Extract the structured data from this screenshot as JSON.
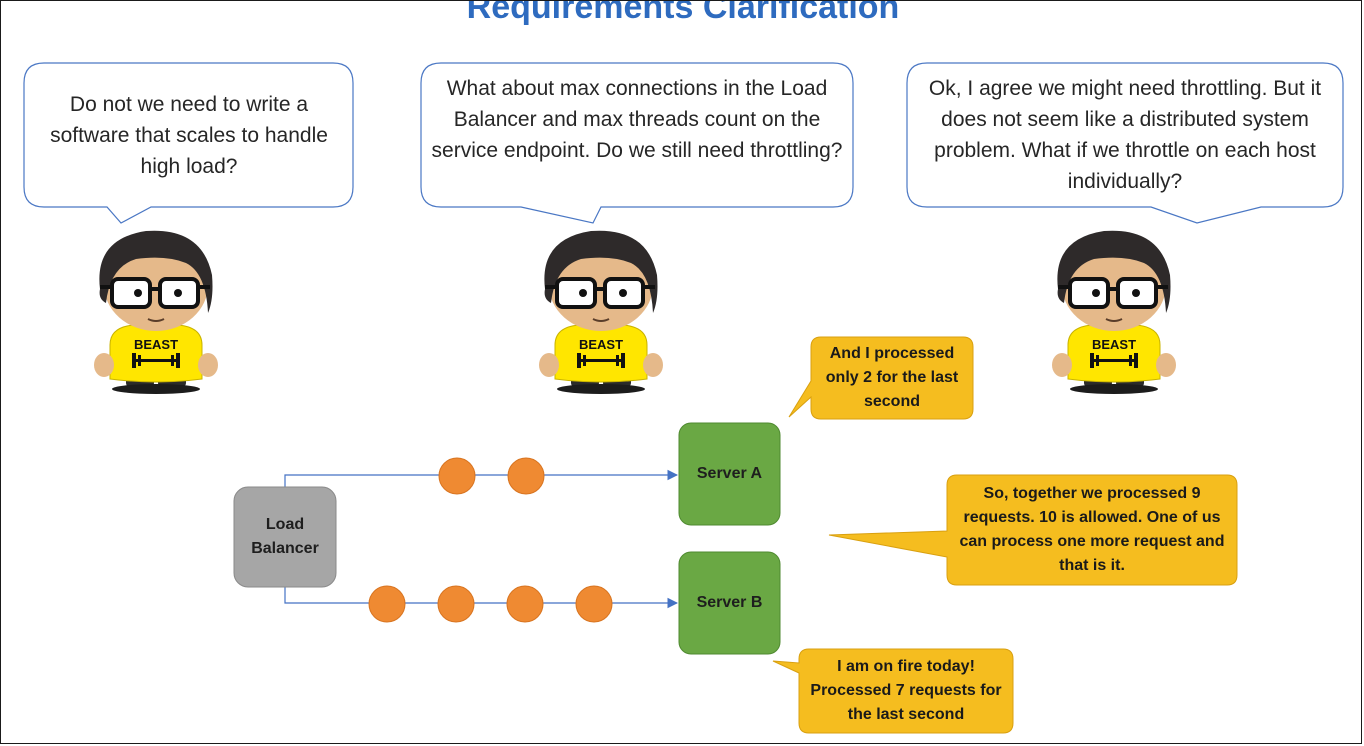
{
  "title": "Requirements Clarification",
  "speech_bubbles": [
    {
      "text": "Do not we need to write a software that scales to handle high load?"
    },
    {
      "text": "What about max connections in the Load Balancer and max threads count on the service endpoint. Do we still need throttling?"
    },
    {
      "text": "Ok, I agree we might need throttling. But it does not seem like a distributed system problem. What if we throttle on each host individually?"
    }
  ],
  "characters": [
    {
      "shirt_text": "BEAST"
    },
    {
      "shirt_text": "BEAST"
    },
    {
      "shirt_text": "BEAST"
    }
  ],
  "nodes": {
    "load_balancer": "Load Balancer",
    "server_a": "Server A",
    "server_b": "Server B"
  },
  "requests": {
    "to_server_a": 2,
    "to_server_b": 4
  },
  "callouts": {
    "server_a": "And I processed only 2 for the last second",
    "combined": "So, together we processed 9 requests. 10 is allowed. One of us can process one more request and that is it.",
    "server_b": "I am on fire today! Processed 7 requests for the last second"
  },
  "colors": {
    "title": "#2e6bbf",
    "bubble_border": "#4a77c4",
    "callout_fill": "#f5bd1f",
    "callout_border": "#d9a010",
    "server_fill": "#6aa844",
    "server_border": "#4f8a30",
    "load_balancer_fill": "#a6a6a6",
    "request_dot": "#ef8a32",
    "arrow": "#4472c4",
    "shirt": "#ffe600"
  }
}
